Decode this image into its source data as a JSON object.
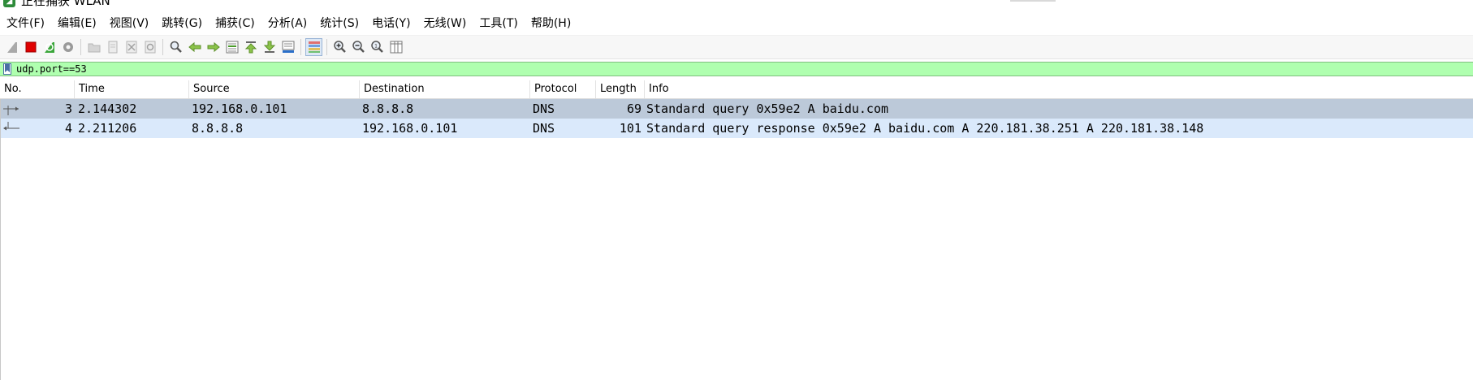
{
  "window": {
    "title": "正在捕获 WLAN",
    "icon": "wireshark-icon",
    "minimize_glyph": "–"
  },
  "menu": {
    "items": [
      {
        "label": "文件(F)"
      },
      {
        "label": "编辑(E)"
      },
      {
        "label": "视图(V)"
      },
      {
        "label": "跳转(G)"
      },
      {
        "label": "捕获(C)"
      },
      {
        "label": "分析(A)"
      },
      {
        "label": "统计(S)"
      },
      {
        "label": "电话(Y)"
      },
      {
        "label": "无线(W)"
      },
      {
        "label": "工具(T)"
      },
      {
        "label": "帮助(H)"
      }
    ]
  },
  "toolbar": {
    "buttons": [
      "start-capture-icon",
      "stop-capture-icon",
      "restart-capture-icon",
      "capture-options-icon",
      "open-file-icon",
      "save-file-icon",
      "close-file-icon",
      "reload-file-icon",
      "find-packet-icon",
      "go-back-icon",
      "go-forward-icon",
      "go-to-packet-icon",
      "first-packet-icon",
      "last-packet-icon",
      "autoscroll-icon",
      "colorize-icon",
      "zoom-in-icon",
      "zoom-out-icon",
      "normal-size-icon",
      "resize-columns-icon"
    ]
  },
  "filter": {
    "value": "udp.port==53",
    "background": "#afffaf"
  },
  "columns": {
    "no": "No.",
    "time": "Time",
    "source": "Source",
    "destination": "Destination",
    "protocol": "Protocol",
    "length": "Length",
    "info": "Info"
  },
  "packets": [
    {
      "no": "3",
      "time": "2.144302",
      "source": "192.168.0.101",
      "destination": "8.8.8.8",
      "protocol": "DNS",
      "length": "69",
      "info": "Standard query 0x59e2 A baidu.com",
      "direction": "request",
      "selected": true
    },
    {
      "no": "4",
      "time": "2.211206",
      "source": "8.8.8.8",
      "destination": "192.168.0.101",
      "protocol": "DNS",
      "length": "101",
      "info": "Standard query response 0x59e2 A baidu.com A 220.181.38.251 A 220.181.38.148",
      "direction": "response",
      "selected": false
    }
  ],
  "colors": {
    "selected_row": "#bcc9d9",
    "udp_row": "#dae9fb",
    "stop_red": "#e00000"
  }
}
